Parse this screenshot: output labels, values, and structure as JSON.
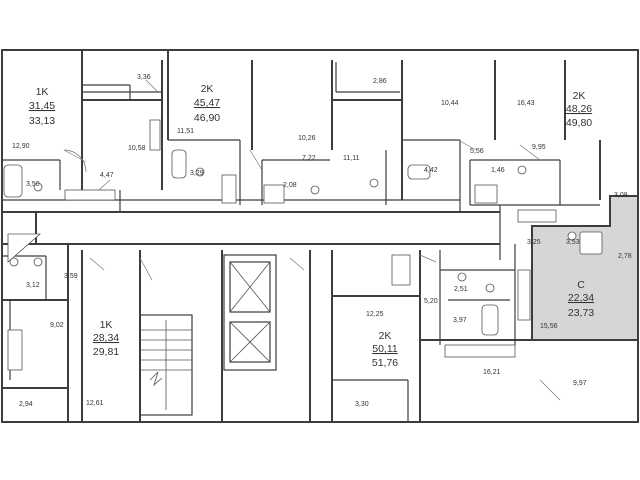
{
  "apartments": [
    {
      "key": "a1",
      "type": "1K",
      "living": "31,45",
      "total": "33,13"
    },
    {
      "key": "a2",
      "type": "2K",
      "living": "45,47",
      "total": "46,90"
    },
    {
      "key": "a3",
      "type": "2K",
      "living": "48,26",
      "total": "49,80"
    },
    {
      "key": "a4",
      "type": "C",
      "living": "22,34",
      "total": "23,73"
    },
    {
      "key": "a5",
      "type": "1K",
      "living": "28,34",
      "total": "29,81"
    },
    {
      "key": "a6",
      "type": "2K",
      "living": "50,11",
      "total": "51,76"
    }
  ],
  "rooms": [
    "3,36",
    "12,90",
    "10,58",
    "3,50",
    "4,47",
    "11,51",
    "3,29",
    "10,26",
    "7,22",
    "2,08",
    "2,86",
    "11,11",
    "10,44",
    "4,42",
    "5,56",
    "16,43",
    "9,95",
    "1,46",
    "3,08",
    "3,25",
    "3,53",
    "2,78",
    "15,56",
    "3,59",
    "3,12",
    "9,02",
    "2,94",
    "12,61",
    "12,25",
    "5,20",
    "2,51",
    "3,97",
    "16,21",
    "9,97",
    "3,30"
  ]
}
